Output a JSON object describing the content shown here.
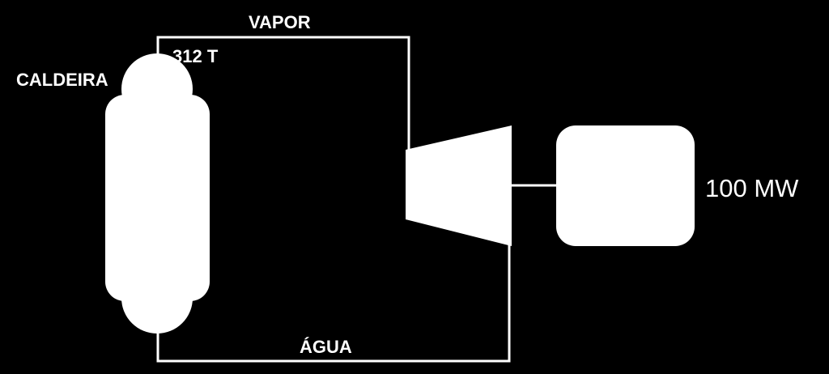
{
  "labels": {
    "boiler": "CALDEIRA",
    "steam": "VAPOR",
    "temperature": "312 T",
    "water": "ÁGUA",
    "power": "100 MW"
  },
  "colors": {
    "background": "#000000",
    "foreground": "#ffffff"
  }
}
